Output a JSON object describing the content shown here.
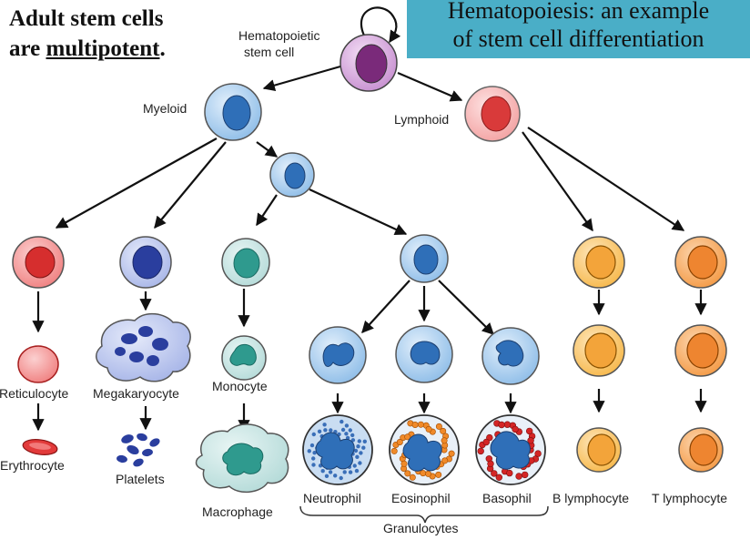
{
  "heading": {
    "line1": "Adult stem cells",
    "line2_prefix": "are ",
    "line2_keyword": "multipotent",
    "line2_suffix": "."
  },
  "banner": {
    "line1": "Hematopoiesis: an example",
    "line2": "of stem cell differentiation"
  },
  "labels": {
    "hsc_line1": "Hematopoietic",
    "hsc_line2": "stem cell",
    "myeloid": "Myeloid",
    "lymphoid": "Lymphoid",
    "reticulocyte": "Reticulocyte",
    "erythrocyte": "Erythrocyte",
    "megakaryocyte": "Megakaryocyte",
    "platelets": "Platelets",
    "monocyte": "Monocyte",
    "macrophage": "Macrophage",
    "neutrophil": "Neutrophil",
    "eosinophil": "Eosinophil",
    "basophil": "Basophil",
    "granulocytes": "Granulocytes",
    "b_lymphocyte": "B lymphocyte",
    "t_lymphocyte": "T lymphocyte"
  },
  "colors": {
    "stem": "#c78fd0",
    "stem_nucleus": "#7a2a7a",
    "myeloid": "#8ebde8",
    "myeloid_nucleus": "#2f6fb8",
    "lymphoid": "#f3a2a2",
    "lymphoid_nucleus": "#d93a3a",
    "erythroid": "#f08080",
    "erythroid_nucleus": "#d62e2e",
    "mega": "#a8b6e8",
    "mega_nucleus": "#2a3e9e",
    "mono": "#b5dbd9",
    "mono_nucleus": "#2f9a8e",
    "lympho": "#f7b84a",
    "lympho_nucleus": "#d98000",
    "t_lympho": "#f49a45"
  }
}
